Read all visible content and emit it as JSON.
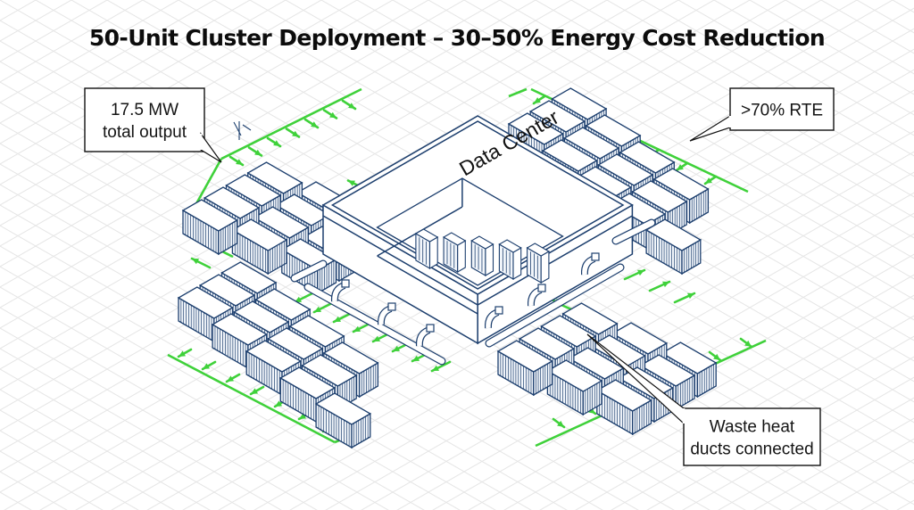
{
  "title": "50-Unit Cluster Deployment – 30–50% Energy Cost Reduction",
  "center": {
    "label": "Data Center",
    "server_rack_count": 5
  },
  "clusters": [
    {
      "id": "north-west",
      "unit_count": 12,
      "flow": "toward-data-center"
    },
    {
      "id": "north-east",
      "unit_count": 13,
      "flow": "toward-data-center"
    },
    {
      "id": "south-west",
      "unit_count": 13,
      "flow": "from-data-center"
    },
    {
      "id": "south-east",
      "unit_count": 12,
      "flow": "from-data-center"
    }
  ],
  "callouts": [
    {
      "id": "output",
      "lines": [
        "17.5 MW",
        "total output"
      ]
    },
    {
      "id": "rte",
      "lines": [
        ">70% RTE"
      ]
    },
    {
      "id": "waste-heat",
      "lines": [
        "Waste heat",
        "ducts connected"
      ]
    }
  ],
  "colors": {
    "line": "#1d3f6e",
    "arrow": "#3fd13a",
    "grid": "#e4e4e4",
    "fill": "#ffffff",
    "text": "#111111"
  },
  "icons": {
    "compass": "north-arrow-icon"
  }
}
